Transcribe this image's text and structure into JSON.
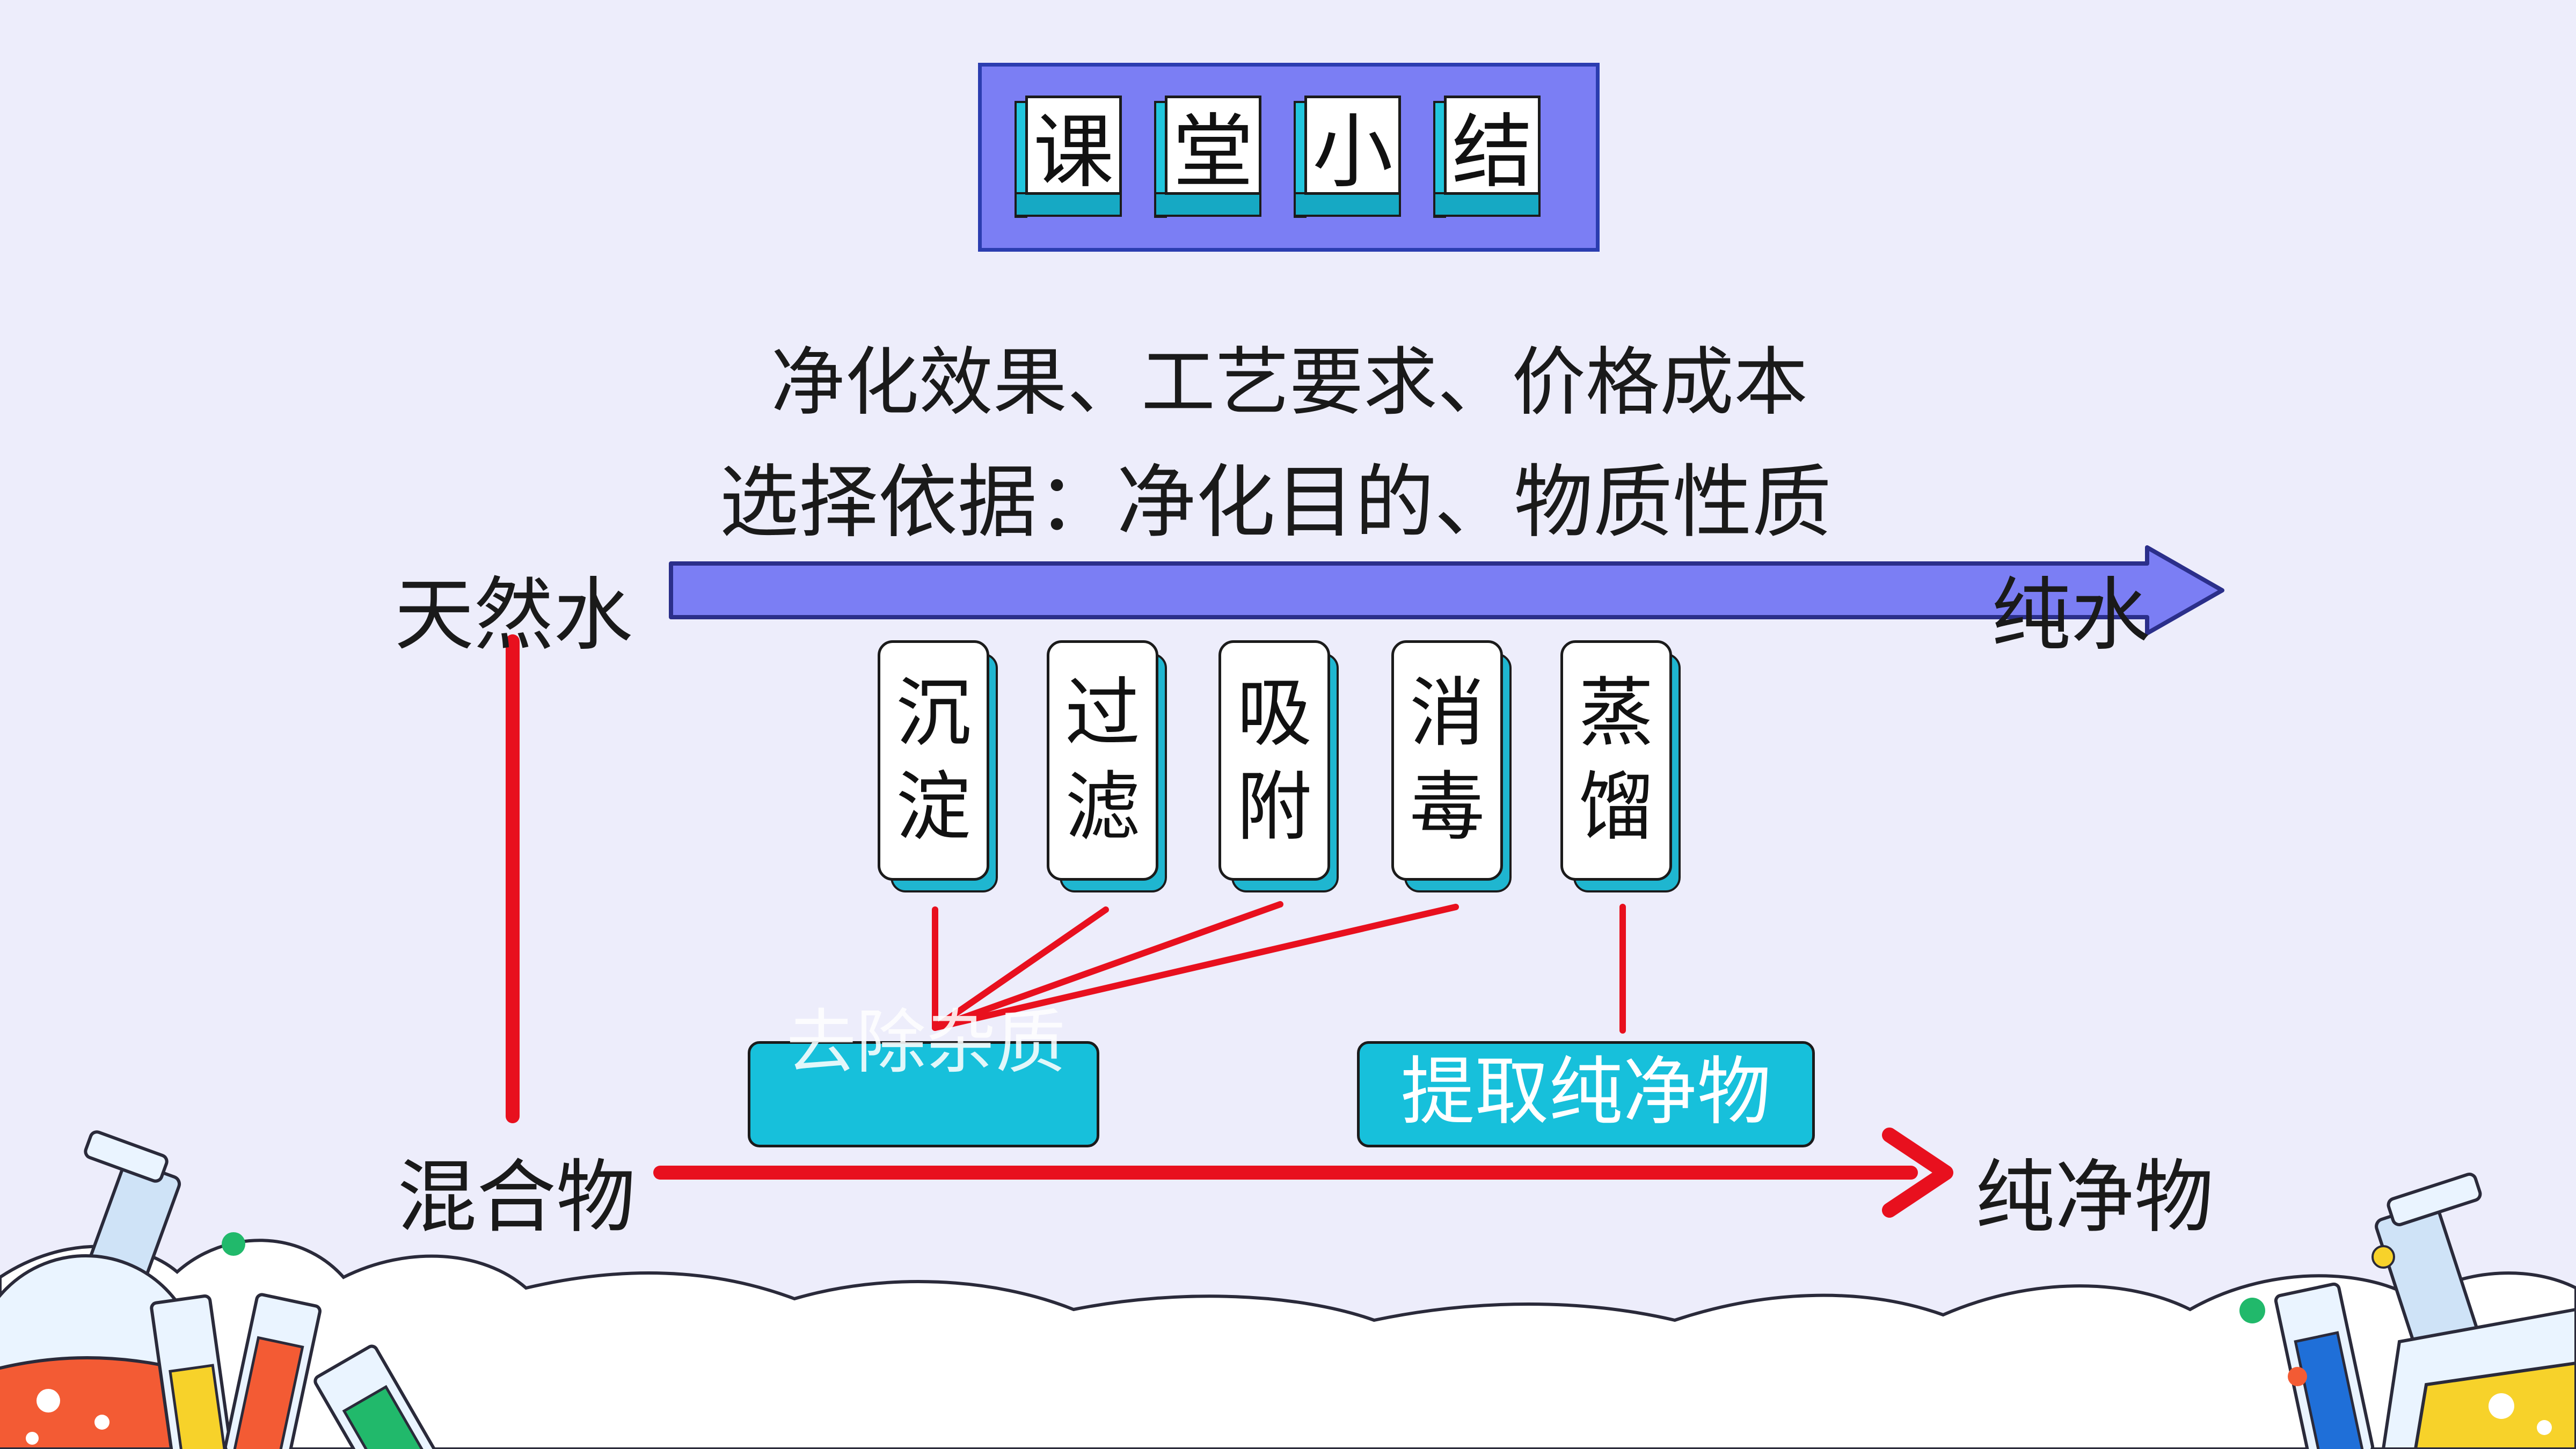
{
  "title": {
    "chars": [
      "课",
      "堂",
      "小",
      "结"
    ]
  },
  "header": {
    "criteria": "净化效果、工艺要求、价格成本",
    "basis": "选择依据：净化目的、物质性质"
  },
  "top_row": {
    "left": "天然水",
    "right": "纯水"
  },
  "bottom_row": {
    "left": "混合物",
    "right": "纯净物"
  },
  "methods": [
    "沉淀",
    "过滤",
    "吸附",
    "消毒",
    "蒸馏"
  ],
  "results": {
    "remove_impurities": "去除杂质",
    "extract_pure": "提取纯净物"
  },
  "colors": {
    "background": "#ededfb",
    "title_frame": "#7b7ef4",
    "arrow_fill": "#7b7ef4",
    "tile_accent": "#22c6dd",
    "line_red": "#e8101e",
    "result_box": "#17c0db"
  }
}
